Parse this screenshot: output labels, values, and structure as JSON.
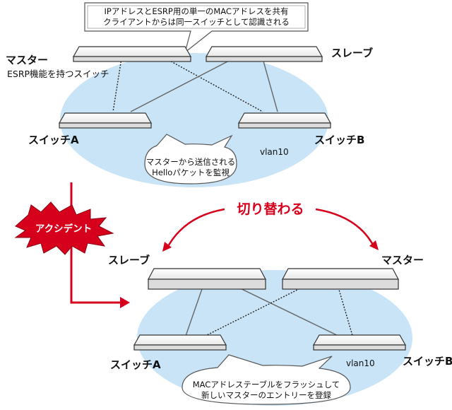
{
  "top": {
    "callout_line1": "IPアドレスとESRP用の単一のMACアドレスを共有",
    "callout_line2": "クライアントからは同一スイッチとして認識される",
    "master_label": "マスター",
    "master_sub": "ESRP機能を持つスイッチ",
    "slave_label": "スレーブ",
    "switch_a": "スイッチA",
    "switch_b": "スイッチB",
    "vlan": "vlan10",
    "bubble_line1": "マスターから送信される",
    "bubble_line2": "Helloパケットを監視"
  },
  "middle": {
    "accident": "アクシデント",
    "switch_over": "切り替わる"
  },
  "bottom": {
    "slave_label": "スレーブ",
    "master_label": "マスター",
    "switch_a": "スイッチA",
    "switch_b": "スイッチB",
    "vlan": "vlan10",
    "bubble_line1": "MACアドレステーブルをフラッシュして",
    "bubble_line2": "新しいマスターのエントリーを登録"
  },
  "colors": {
    "vlan_fill": "#c9e4f6",
    "accent_red": "#d6001c",
    "accident_fill": "#d6001c"
  }
}
